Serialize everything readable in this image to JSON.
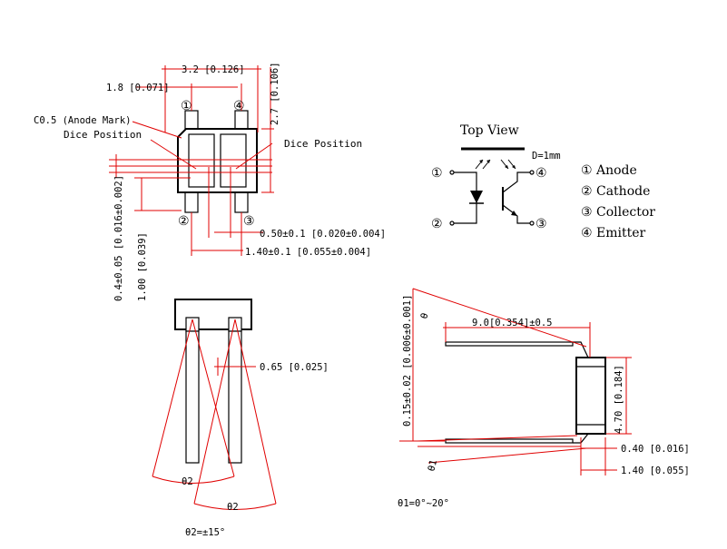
{
  "top_dims": {
    "width_total": "3.2 [0.126]",
    "pin_pitch": "1.8 [0.071]",
    "height": "2.7 [0.106]",
    "anode_mark": "C0.5 (Anode Mark)",
    "dice_left": "Dice Position",
    "dice_right": "Dice Position",
    "pad_width": "0.50±0.1 [0.020±0.004]",
    "pad_span": "1.40±0.1 [0.055±0.004]",
    "vert_dim_a": "0.4±0.05 [0.016±0.002]",
    "vert_dim_b": "1.00 [0.039]"
  },
  "pins": {
    "p1": "①",
    "p2": "②",
    "p3": "③",
    "p4": "④"
  },
  "schematic": {
    "title": "Top View",
    "distance": "D=1mm"
  },
  "legend": [
    "① Anode",
    "② Cathode",
    "③ Collector",
    "④ Emitter"
  ],
  "front_view": {
    "lead_dim": "0.65 [0.025]",
    "angle_label_a": "θ2",
    "angle_label_b": "θ2",
    "angle_note": "θ2=±15°"
  },
  "side_view": {
    "thickness_dim": "0.15±0.02 [0.006±0.001]",
    "lead_length": "9.0[0.354]±0.5",
    "body_height": "4.70 [0.184]",
    "dim_a": "0.40 [0.016]",
    "dim_b": "1.40 [0.055]",
    "angle_label_a": "θ",
    "angle_label_b": "θ1",
    "angle_note": "θ1=0°~20°"
  }
}
